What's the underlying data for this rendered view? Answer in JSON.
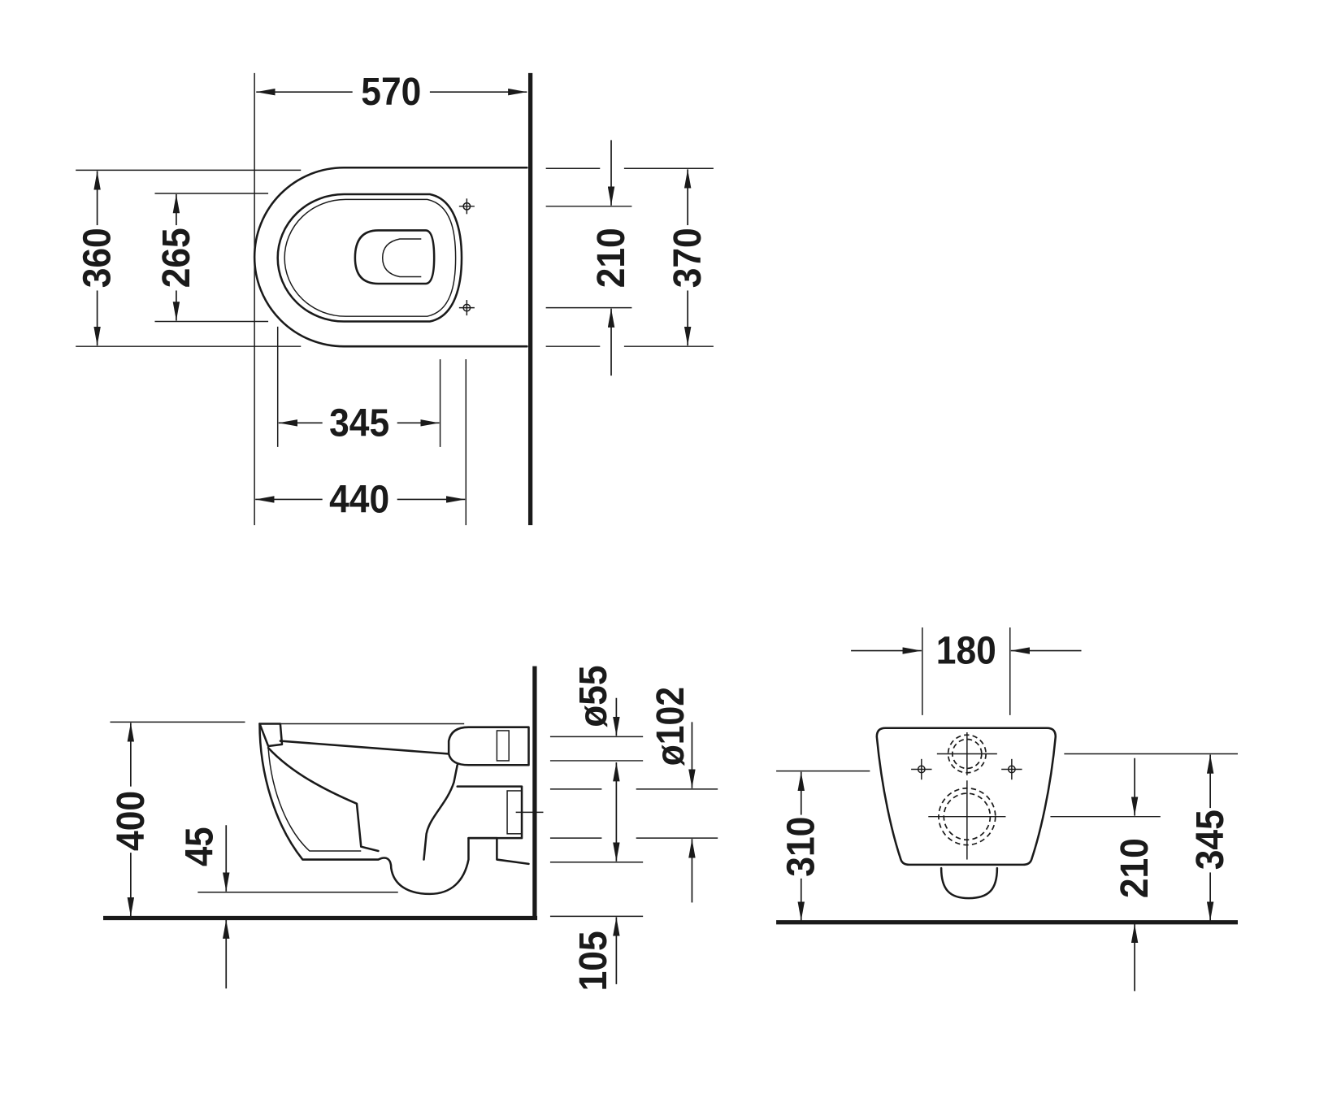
{
  "colors": {
    "ink": "#1a1a1a",
    "background": "#ffffff"
  },
  "plan_view": {
    "overall_length": "570",
    "bowl_width": "360",
    "seat_opening_width": "265",
    "fixing_spacing": "210",
    "wall_width": "370",
    "opening_length": "345",
    "projection": "440"
  },
  "side_view": {
    "height": "400",
    "depth": "45",
    "inlet_diameter": "ø55",
    "outlet_diameter": "ø102",
    "outlet_height": "105"
  },
  "front_view": {
    "spacing": "180",
    "fixing_height": "310",
    "outlet_height": "210",
    "inlet_height": "345"
  }
}
